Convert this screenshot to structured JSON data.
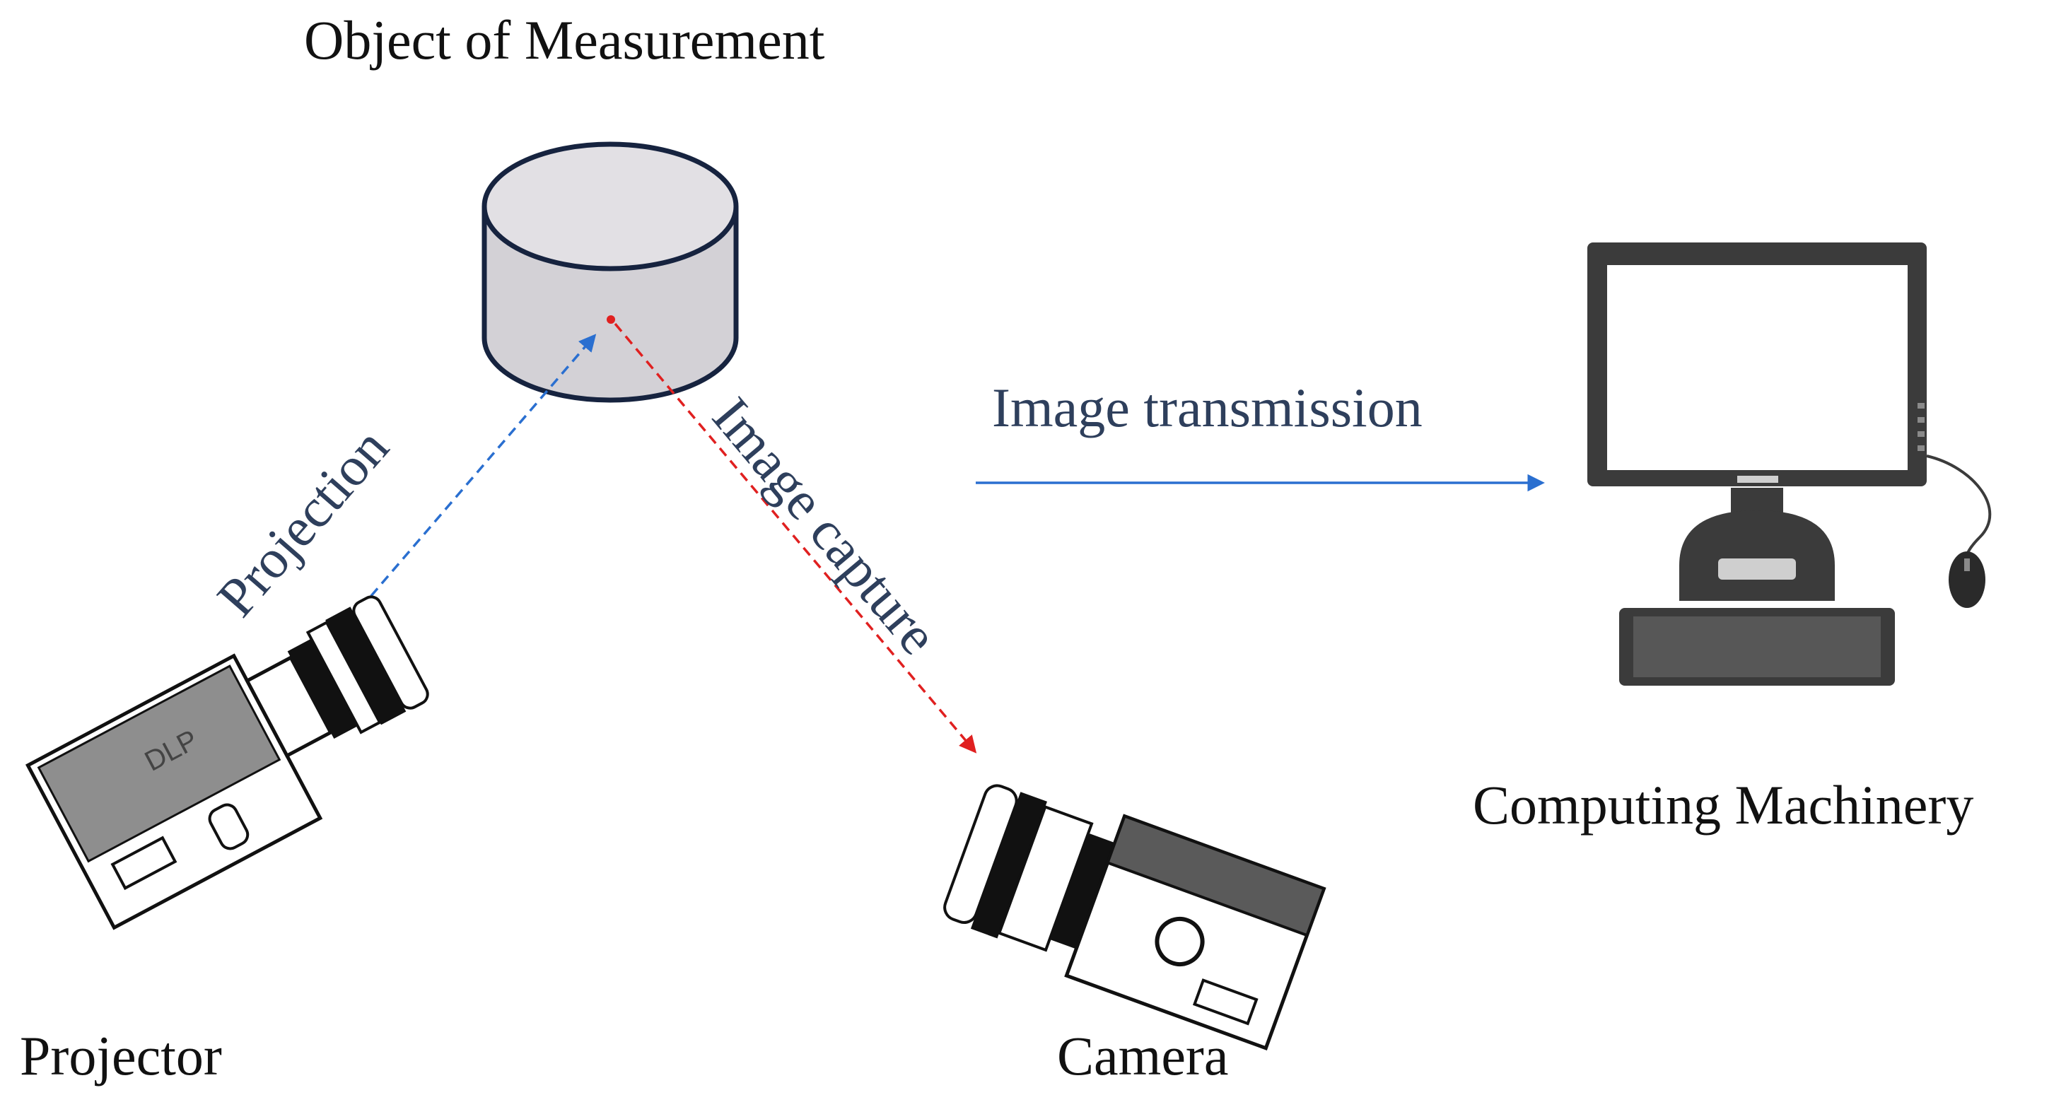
{
  "labels": {
    "object": "Object of Measurement",
    "projection": "Projection",
    "image_capture": "Image capture",
    "image_transmission": "Image transmission",
    "computing": "Computing Machinery",
    "projector": "Projector",
    "camera": "Camera",
    "dlp": "DLP"
  },
  "colors": {
    "projection_arrow": "#2a6fd0",
    "capture_arrow": "#e02020",
    "transmission_arrow": "#2a6fd0",
    "cylinder_fill": "#e2e0e4",
    "cylinder_stroke": "#16233f",
    "monitor": "#3b3b3b"
  }
}
